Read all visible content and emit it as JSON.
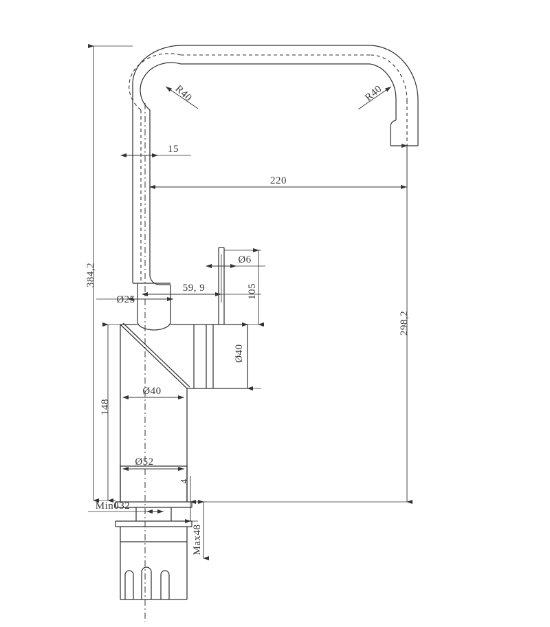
{
  "drawing": {
    "type": "technical-engineering-drawing",
    "subject": "kitchen-mixer-faucet-side-elevation",
    "units": "mm",
    "background_color": "#ffffff",
    "line_color": "#333333",
    "text_color": "#3a3a3a"
  },
  "dimensions": {
    "overall_height": "384,2",
    "spout_height": "298,2",
    "spout_reach": "220",
    "riser_offset": "15",
    "radius_left": "R40",
    "radius_right": "R40",
    "collar_diameter": "Ø25",
    "handle_offset": "59, 9",
    "lever_rod_diameter": "Ø6",
    "lever_height": "105",
    "cartridge_diameter": "Ø40",
    "body_diameter": "Ø40",
    "base_flange_diameter": "Ø52",
    "body_height": "148",
    "washer_thickness": "4",
    "min_hole": "Min032",
    "max_thickness": "Max48"
  },
  "labels": [
    {
      "id": "overall-height",
      "text": "384,2",
      "orientation": "vertical"
    },
    {
      "id": "spout-height",
      "text": "298,2",
      "orientation": "vertical"
    },
    {
      "id": "spout-reach",
      "text": "220",
      "orientation": "horizontal"
    },
    {
      "id": "riser-offset",
      "text": "15",
      "orientation": "horizontal"
    },
    {
      "id": "radius-left",
      "text": "R40",
      "orientation": "diagonal"
    },
    {
      "id": "radius-right",
      "text": "R40",
      "orientation": "diagonal"
    },
    {
      "id": "collar-diameter",
      "text": "Ø25",
      "orientation": "horizontal"
    },
    {
      "id": "handle-offset",
      "text": "59, 9",
      "orientation": "horizontal"
    },
    {
      "id": "lever-rod-diameter",
      "text": "Ø6",
      "orientation": "horizontal"
    },
    {
      "id": "lever-height",
      "text": "105",
      "orientation": "vertical"
    },
    {
      "id": "cartridge-diameter",
      "text": "Ø40",
      "orientation": "vertical"
    },
    {
      "id": "body-diameter",
      "text": "Ø40",
      "orientation": "horizontal"
    },
    {
      "id": "body-height",
      "text": "148",
      "orientation": "vertical"
    },
    {
      "id": "base-flange-diameter",
      "text": "Ø52",
      "orientation": "horizontal"
    },
    {
      "id": "washer-thickness",
      "text": "4",
      "orientation": "vertical"
    },
    {
      "id": "min-hole",
      "text": "Min032",
      "orientation": "horizontal"
    },
    {
      "id": "max-thickness",
      "text": "Max48",
      "orientation": "vertical"
    }
  ]
}
